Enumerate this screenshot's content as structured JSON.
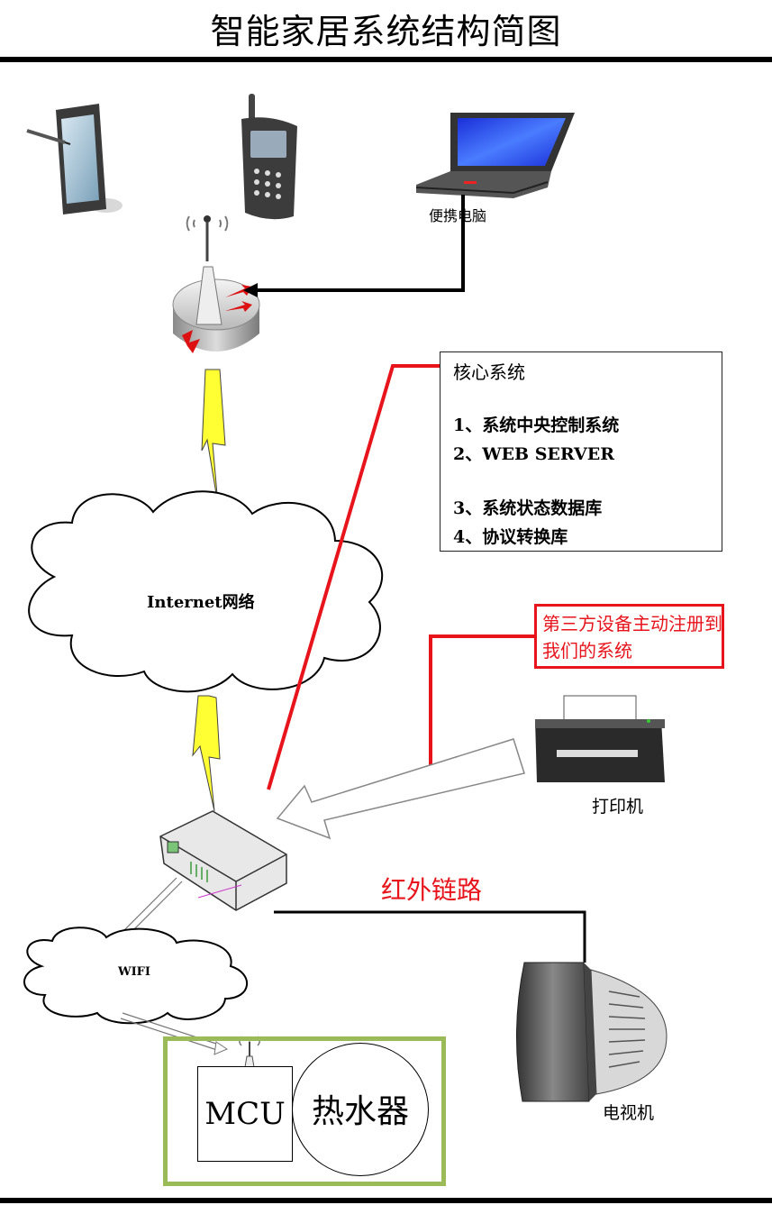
{
  "title": "智能家居系统结构简图",
  "devices": {
    "laptop_label": "便携电脑",
    "printer_label": "打印机",
    "tv_label": "电视机"
  },
  "network": {
    "internet_label": "Internet网络",
    "wifi_label": "WIFI"
  },
  "core_system": {
    "title": "核心系统",
    "items": [
      "1、系统中央控制系统",
      "2、WEB SERVER",
      "3、系统状态数据库",
      "4、协议转换库"
    ]
  },
  "registration_note": "第三方设备主动注册到我们的系统",
  "infrared_label": "红外链路",
  "heater_unit": {
    "mcu_label": "MCU",
    "heater_label": "热水器"
  },
  "colors": {
    "red_link": "#e8141c",
    "lightning": "#ffff33",
    "heater_border": "#9bbb59"
  }
}
